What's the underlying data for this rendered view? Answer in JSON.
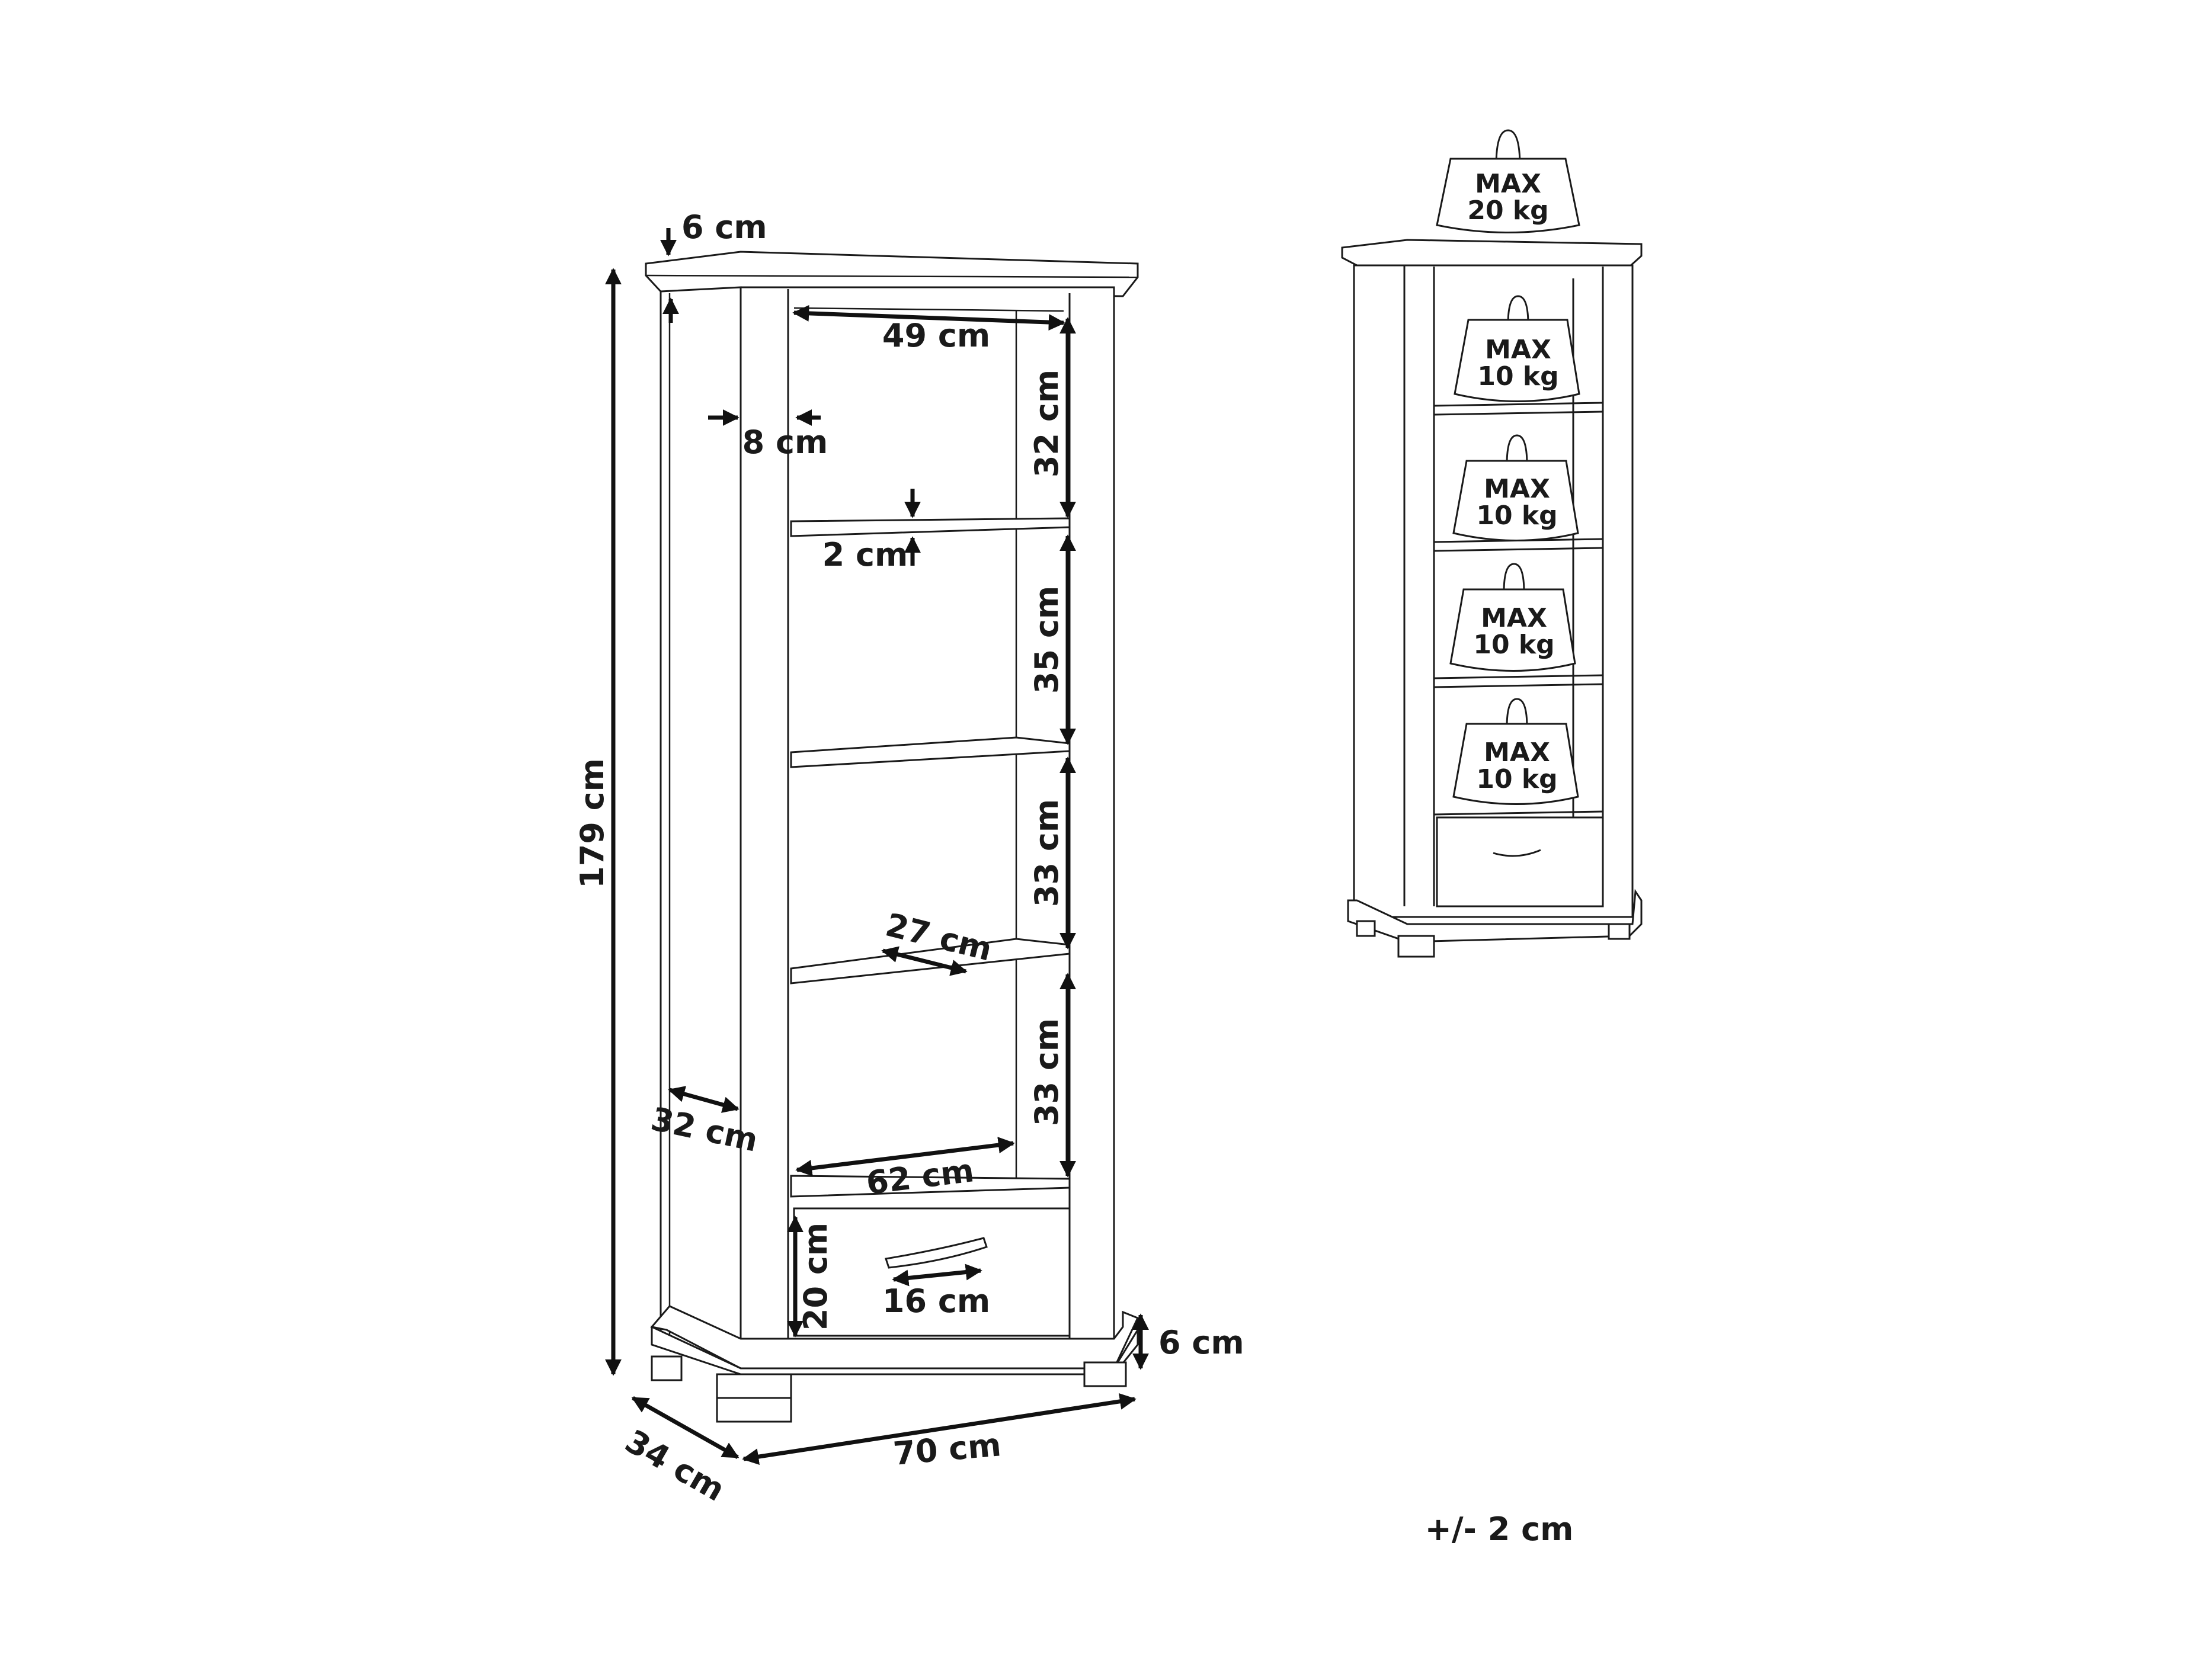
{
  "dimensions": {
    "top_cornice_height": "6 cm",
    "total_height": "179 cm",
    "inner_width_top": "49 cm",
    "side_panel_width": "8 cm",
    "shelf_thickness": "2 cm",
    "compartment_1": "32 cm",
    "compartment_2": "35 cm",
    "compartment_3": "33 cm",
    "compartment_4": "33 cm",
    "shelf_depth": "27 cm",
    "inner_depth": "32 cm",
    "inner_width_bottom": "62 cm",
    "drawer_height": "20 cm",
    "handle_width": "16 cm",
    "base_height": "6 cm",
    "total_depth": "34 cm",
    "total_width": "70 cm",
    "tolerance": "+/- 2 cm"
  },
  "load_limits": {
    "top": {
      "max": "MAX",
      "weight": "20 kg"
    },
    "shelves": [
      {
        "max": "MAX",
        "weight": "10 kg"
      },
      {
        "max": "MAX",
        "weight": "10 kg"
      },
      {
        "max": "MAX",
        "weight": "10 kg"
      },
      {
        "max": "MAX",
        "weight": "10 kg"
      }
    ]
  }
}
